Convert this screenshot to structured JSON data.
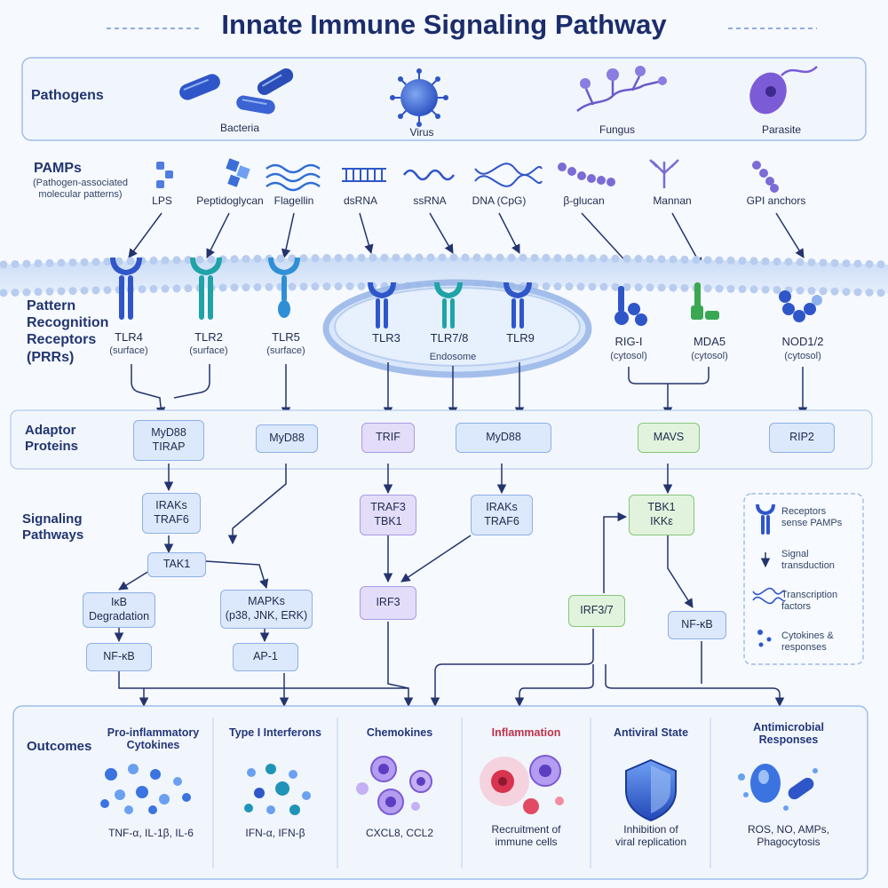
{
  "title": "Innate Immune Signaling Pathway",
  "rows": {
    "pathogens": "Pathogens",
    "pamps": "PAMPs",
    "pamps_sub": "(Pathogen-associated\nmolecular patterns)",
    "prr": "Pattern\nRecognition\nReceptors\n(PRRs)",
    "adaptor": "Adaptor\nProteins",
    "signaling": "Signaling\nPathways",
    "outcomes": "Outcomes"
  },
  "pathogens": [
    "Bacteria",
    "Virus",
    "Fungus",
    "Parasite"
  ],
  "pamps": [
    "LPS",
    "Peptidoglycan",
    "Flagellin",
    "dsRNA",
    "ssRNA",
    "DNA (CpG)",
    "β-glucan",
    "Mannan",
    "GPI anchors"
  ],
  "receptors": [
    {
      "name": "TLR4",
      "loc": "(surface)"
    },
    {
      "name": "TLR2",
      "loc": "(surface)"
    },
    {
      "name": "TLR5",
      "loc": "(surface)"
    },
    {
      "name": "TLR3",
      "loc": ""
    },
    {
      "name": "TLR7/8",
      "loc": ""
    },
    {
      "name": "TLR9",
      "loc": ""
    },
    {
      "name": "RIG-I",
      "loc": "(cytosol)"
    },
    {
      "name": "MDA5",
      "loc": "(cytosol)"
    },
    {
      "name": "NOD1/2",
      "loc": "(cytosol)"
    }
  ],
  "endosome": "Endosome",
  "adaptors": [
    "MyD88\nTIRAP",
    "MyD88",
    "TRIF",
    "MyD88",
    "MAVS",
    "RIP2"
  ],
  "signaling": {
    "iraks1": "IRAKs\nTRAF6",
    "tak1": "TAK1",
    "ikb": "IκB\nDegradation",
    "mapks": "MAPKs\n(p38, JNK, ERK)",
    "nfkb1": "NF-κB",
    "ap1": "AP-1",
    "traf3": "TRAF3\nTBK1",
    "iraks2": "IRAKs\nTRAF6",
    "irf3": "IRF3",
    "tbk1": "TBK1\nIKKε",
    "irf37": "IRF3/7",
    "nfkb2": "NF-κB"
  },
  "legend": [
    "Receptors\nsense PAMPs",
    "Signal\ntransduction",
    "Transcription\nfactors",
    "Cytokines &\nresponses"
  ],
  "outcomes": [
    {
      "title": "Pro-inflammatory\nCytokines",
      "desc": "TNF-α, IL-1β, IL-6"
    },
    {
      "title": "Type I Interferons",
      "desc": "IFN-α, IFN-β"
    },
    {
      "title": "Chemokines",
      "desc": "CXCL8, CCL2"
    },
    {
      "title": "Inflammation",
      "desc": "Recruitment of\nimmune cells"
    },
    {
      "title": "Antiviral State",
      "desc": "Inhibition of\nviral replication"
    },
    {
      "title": "Antimicrobial\nResponses",
      "desc": "ROS, NO, AMPs,\nPhagocytosis"
    }
  ],
  "colors": {
    "title": "#1b2d6b",
    "arrow": "#23346e",
    "blue_box": "#dce8fb",
    "purple_box": "#e3ddfa",
    "green_box": "#e1f3dc",
    "inflammation_title": "#c0304a",
    "receptor_blue": "#2f56c9",
    "receptor_teal": "#1fa3a8",
    "receptor_green": "#3aa853"
  }
}
